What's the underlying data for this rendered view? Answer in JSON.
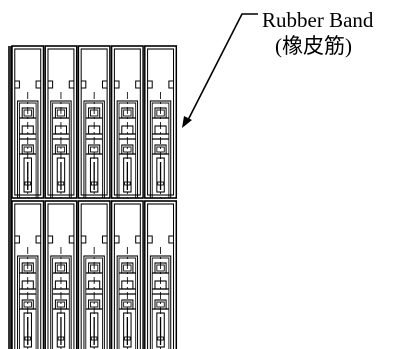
{
  "callout": {
    "label": "Rubber Band",
    "label_translation": "(橡皮筋)"
  },
  "drawing": {
    "tiers": 2,
    "slots_per_tier": 5,
    "line_color": "#000000",
    "background": "#ffffff"
  }
}
